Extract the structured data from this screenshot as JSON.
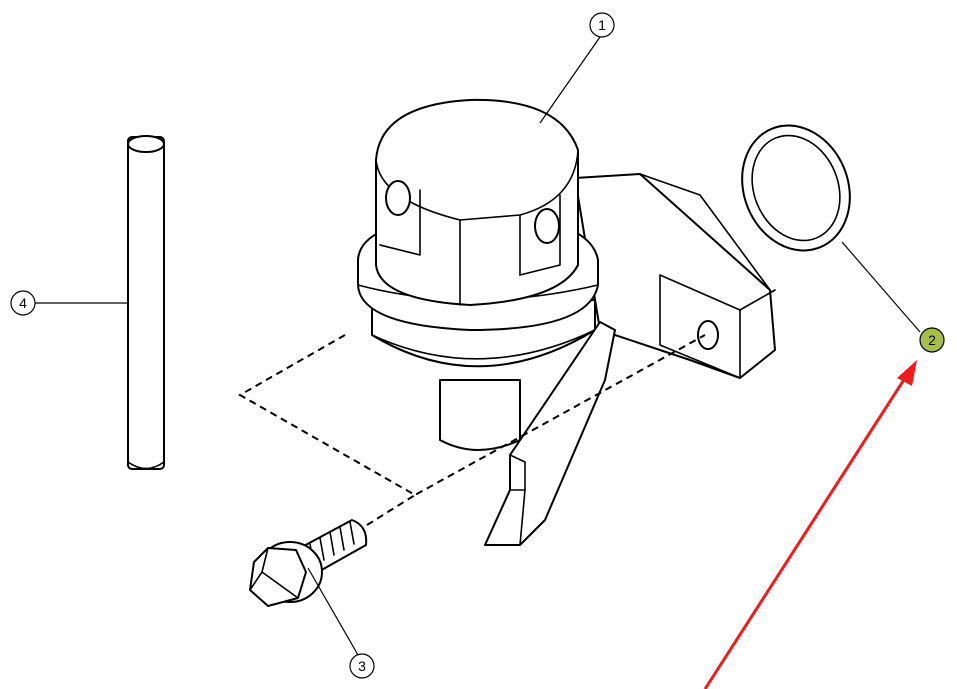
{
  "callouts": [
    {
      "id": "1",
      "label": "1"
    },
    {
      "id": "2",
      "label": "2",
      "highlighted": true
    },
    {
      "id": "3",
      "label": "3"
    },
    {
      "id": "4",
      "label": "4"
    }
  ],
  "colors": {
    "highlight_fill": "#a6bf4b",
    "arrow": "#ee1c1c",
    "line": "#000000",
    "background": "#ffffff"
  }
}
